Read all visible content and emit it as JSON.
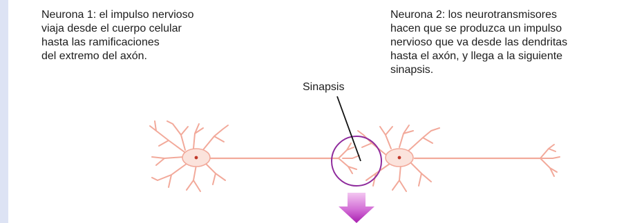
{
  "diagram": {
    "neuron1_caption": [
      "Neurona 1: el impulso nervioso",
      "viaja desde el cuerpo celular",
      "hasta las ramificaciones",
      "del extremo del axón."
    ],
    "neuron2_caption": [
      "Neurona 2: los neurotransmisores",
      "hacen que se produzca un impulso",
      "nervioso que va desde las dendritas",
      "hasta el axón, y llega a la siguiente",
      "sinapsis."
    ],
    "synapse_label": "Sinapsis"
  },
  "colors": {
    "neuron": "#f2a99a",
    "nucleus": "#c0392b",
    "synapse_circle": "#8e2a9c",
    "arrow": "#b52ab8",
    "background": "#dde3f4"
  }
}
